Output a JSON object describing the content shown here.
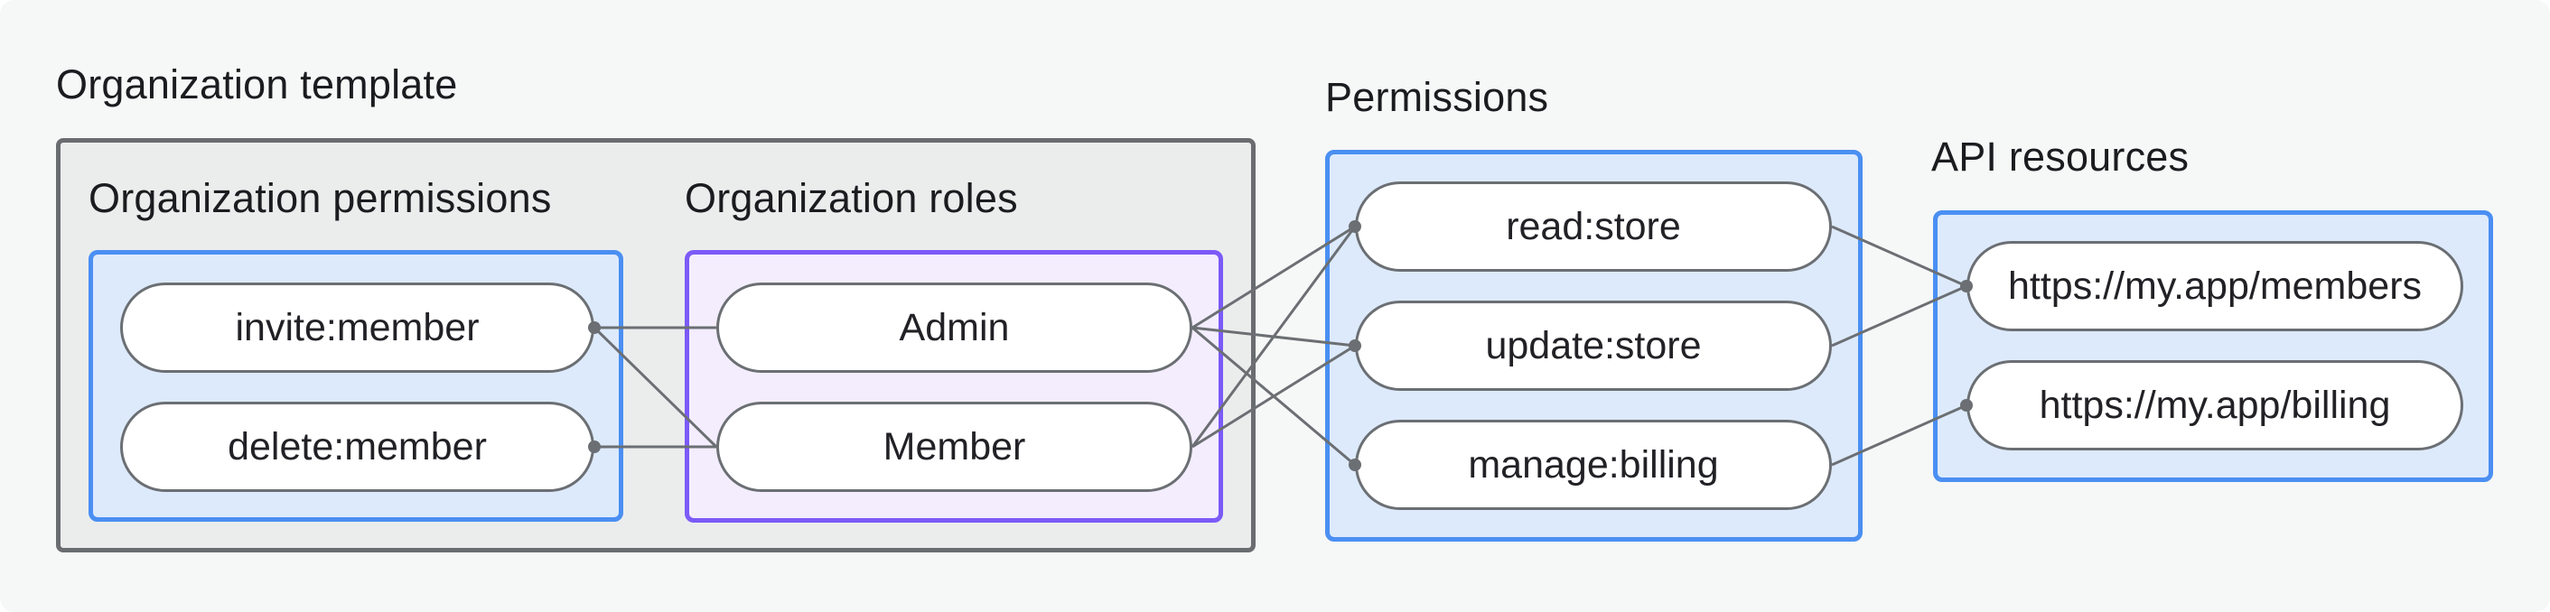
{
  "title": "Organization template",
  "sections": [
    {
      "id": "org_permissions",
      "label": "Organization permissions",
      "nodes": [
        {
          "id": "invite",
          "label": "invite:member"
        },
        {
          "id": "delete",
          "label": "delete:member"
        }
      ]
    },
    {
      "id": "org_roles",
      "label": "Organization roles",
      "nodes": [
        {
          "id": "admin",
          "label": "Admin"
        },
        {
          "id": "member",
          "label": "Member"
        }
      ]
    },
    {
      "id": "permissions",
      "label": "Permissions",
      "nodes": [
        {
          "id": "read",
          "label": "read:store"
        },
        {
          "id": "update",
          "label": "update:store"
        },
        {
          "id": "manage",
          "label": "manage:billing"
        }
      ]
    },
    {
      "id": "api_resources",
      "label": "API resources",
      "nodes": [
        {
          "id": "members_api",
          "label": "https://my.app/members"
        },
        {
          "id": "billing_api",
          "label": "https://my.app/billing"
        }
      ]
    }
  ],
  "edges": [
    [
      "invite",
      "admin"
    ],
    [
      "invite",
      "member"
    ],
    [
      "delete",
      "member"
    ],
    [
      "admin",
      "read"
    ],
    [
      "admin",
      "update"
    ],
    [
      "admin",
      "manage"
    ],
    [
      "member",
      "read"
    ],
    [
      "member",
      "update"
    ],
    [
      "read",
      "members_api"
    ],
    [
      "update",
      "members_api"
    ],
    [
      "manage",
      "billing_api"
    ]
  ],
  "colors": {
    "background": "#f6f7f7",
    "gray_box_fill": "#ebeded",
    "gray_box_border": "#696d70",
    "blue_border": "#4a8ff2",
    "blue_fill": "#ddeafc",
    "purple_border": "#7b5af7",
    "purple_fill": "#f3edfe",
    "line": "#6b6f73",
    "pill_border": "#6b6f73",
    "text": "#1b1c1f"
  }
}
